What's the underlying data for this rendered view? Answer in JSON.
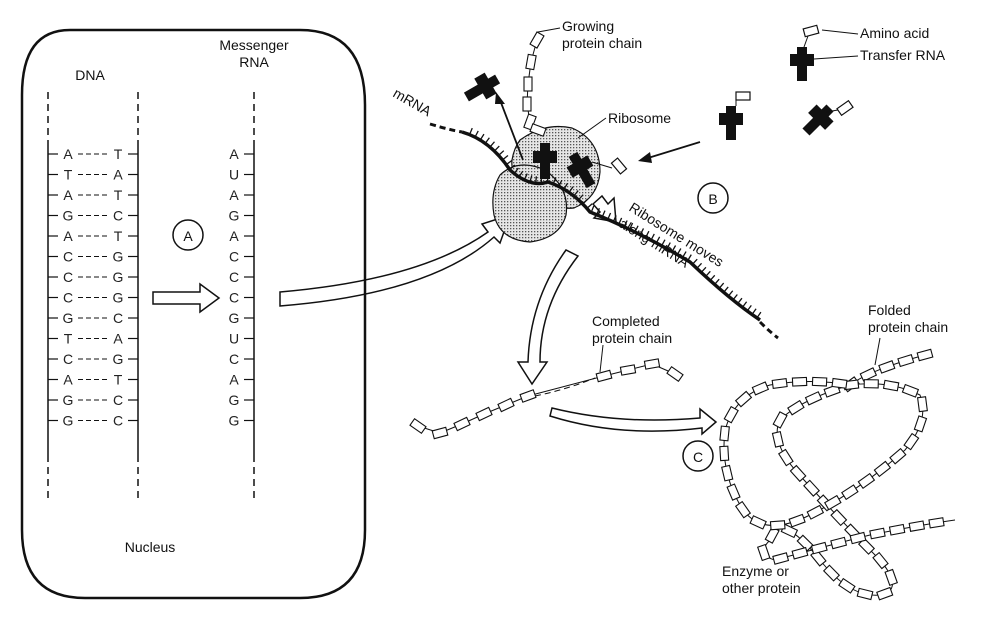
{
  "nucleus": {
    "label": "Nucleus",
    "dna_label": "DNA",
    "mrna_label_line1": "Messenger",
    "mrna_label_line2": "RNA",
    "dna_pairs": [
      [
        "A",
        "T"
      ],
      [
        "T",
        "A"
      ],
      [
        "A",
        "T"
      ],
      [
        "G",
        "C"
      ],
      [
        "A",
        "T"
      ],
      [
        "C",
        "G"
      ],
      [
        "C",
        "G"
      ],
      [
        "C",
        "G"
      ],
      [
        "G",
        "C"
      ],
      [
        "T",
        "A"
      ],
      [
        "C",
        "G"
      ],
      [
        "A",
        "T"
      ],
      [
        "G",
        "C"
      ],
      [
        "G",
        "C"
      ]
    ],
    "mrna_bases": [
      "A",
      "U",
      "A",
      "G",
      "A",
      "C",
      "C",
      "C",
      "G",
      "U",
      "C",
      "A",
      "G",
      "G"
    ],
    "step_a": "A"
  },
  "translation": {
    "mrna_label": "mRNA",
    "ribosome_label": "Ribosome",
    "growing_chain_line1": "Growing",
    "growing_chain_line2": "protein chain",
    "amino_acid_label": "Amino acid",
    "transfer_rna_label": "Transfer RNA",
    "moves_line1": "Ribosome moves",
    "moves_line2": "along mRNA",
    "step_b": "B"
  },
  "folding": {
    "completed_line1": "Completed",
    "completed_line2": "protein chain",
    "folded_line1": "Folded",
    "folded_line2": "protein chain",
    "enzyme_line1": "Enzyme or",
    "enzyme_line2": "other protein",
    "step_c": "C"
  },
  "colors": {
    "ink": "#111111",
    "ribosome_fill": "#c8c8c8"
  }
}
